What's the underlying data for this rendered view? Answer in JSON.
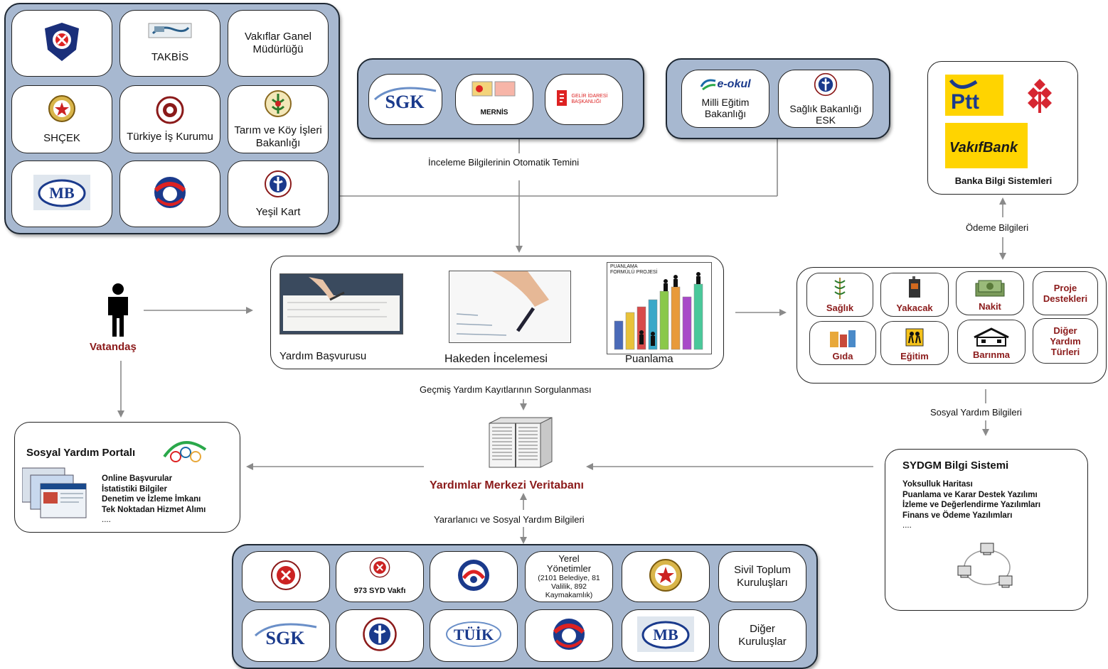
{
  "top_left_panel": {
    "items": [
      {
        "label": "",
        "icon": "police-emblem-icon"
      },
      {
        "label": "TAKBİS",
        "icon": "takbis-logo-icon"
      },
      {
        "label": "Vakıflar Ganel Müdürlüğü",
        "icon": ""
      },
      {
        "label": "SHÇEK",
        "icon": "shcek-emblem-icon"
      },
      {
        "label": "Türkiye İş Kurumu",
        "icon": "iskur-emblem-icon"
      },
      {
        "label": "Tarım ve Köy İşleri Bakanlığı",
        "icon": "tarim-emblem-icon"
      },
      {
        "label": "",
        "icon": "maliye-mb-logo-icon"
      },
      {
        "label": "",
        "icon": "sgk-circle-logo-icon"
      },
      {
        "label": "Yeşil Kart",
        "icon": "saglik-emblem-icon"
      }
    ]
  },
  "center_top_panel": {
    "logos": [
      {
        "label": "SGK",
        "icon": "sgk-logo-icon"
      },
      {
        "label": "MERNİS",
        "icon": "mernis-logo-icon"
      },
      {
        "label": "GELİR İDARESİ BAŞKANLIĞI",
        "icon": "gib-logo-icon"
      }
    ]
  },
  "right_top_panel": {
    "items": [
      {
        "label": "Milli Eğitim Bakanlığı",
        "logo_text": "e-okul",
        "icon": "eokul-logo-icon"
      },
      {
        "label": "Sağlık Bakanlığı ESK",
        "icon": "saglik-emblem-icon"
      }
    ]
  },
  "bank": {
    "title": "Banka Bilgi Sistemleri",
    "ptt": "Ptt",
    "vakifbank": "VakıfBank",
    "colors": {
      "ptt_yellow": "#ffd400",
      "ptt_blue": "#1a3a8c",
      "ziraat_red": "#d62631"
    }
  },
  "flow_labels": {
    "inceleme": "İnceleme Bilgilerinin Otomatik Temini",
    "odeme": "Ödeme Bilgileri",
    "gecmis": "Geçmiş Yardım Kayıtlarının Sorgulanması",
    "sosyal": "Sosyal Yardım Bilgileri",
    "yararlanici": "Yararlanıcı ve Sosyal Yardım Bilgileri"
  },
  "citizen": {
    "label": "Vatandaş",
    "icon": "person-icon"
  },
  "process": {
    "steps": [
      {
        "label": "Yardım Başvurusu",
        "icon": "signing-document-icon"
      },
      {
        "label": "Hakeden İncelemesi",
        "icon": "pen-review-icon"
      },
      {
        "label": "Puanlama",
        "icon": "bar-chart-people-icon",
        "chart_caption": "PUANLAMA FORMÜLÜ PROJESİ"
      }
    ]
  },
  "aid_types": [
    {
      "label": "Sağlık",
      "icon": "caduceus-icon"
    },
    {
      "label": "Yakacak",
      "icon": "stove-icon"
    },
    {
      "label": "Nakit",
      "icon": "money-icon"
    },
    {
      "label": "Proje Destekleri",
      "icon": ""
    },
    {
      "label": "Gıda",
      "icon": "food-icon"
    },
    {
      "label": "Eğitim",
      "icon": "school-sign-icon"
    },
    {
      "label": "Barınma",
      "icon": "house-icon"
    },
    {
      "label": "Diğer Yardım Türleri",
      "icon": ""
    }
  ],
  "portal": {
    "title": "Sosyal Yardım Portalı",
    "items": [
      "Online Başvurular",
      "İstatistiki Bilgiler",
      "Denetim ve İzleme İmkanı",
      "Tek Noktadan Hizmet Alımı",
      "...."
    ]
  },
  "database": {
    "label": "Yardımlar Merkezi Veritabanı",
    "icon": "server-database-icon"
  },
  "sydgm": {
    "title": "SYDGM Bilgi Sistemi",
    "items": [
      "Yoksulluk Haritası",
      "Puanlama ve Karar Destek Yazılımı",
      "İzleme ve Değerlendirme Yazılımları",
      "Finans ve Ödeme Yazılımları",
      "...."
    ],
    "icon": "network-computers-icon"
  },
  "bottom_panel": {
    "items": [
      {
        "label": "",
        "icon": "sydgm-emblem-icon"
      },
      {
        "label": "973 SYD Vakfı",
        "icon": "syd-vakfi-emblem-icon"
      },
      {
        "label": "",
        "icon": "icisleri-emblem-icon"
      },
      {
        "label": "Yerel Yönetimler",
        "sub": "(2101 Belediye, 81 Valilik, 892 Kaymakamlık)",
        "icon": ""
      },
      {
        "label": "",
        "icon": "red-crescent-emblem-icon"
      },
      {
        "label": "Sivil Toplum Kuruluşları",
        "icon": ""
      },
      {
        "label": "SGK",
        "icon": "sgk-logo-icon"
      },
      {
        "label": "",
        "icon": "saglik-emblem-icon"
      },
      {
        "label": "TÜİK",
        "icon": "tuik-logo-icon"
      },
      {
        "label": "",
        "icon": "sgk-circle-logo-icon"
      },
      {
        "label": "",
        "icon": "maliye-mb-logo-icon"
      },
      {
        "label": "Diğer Kuruluşlar",
        "icon": ""
      }
    ]
  }
}
